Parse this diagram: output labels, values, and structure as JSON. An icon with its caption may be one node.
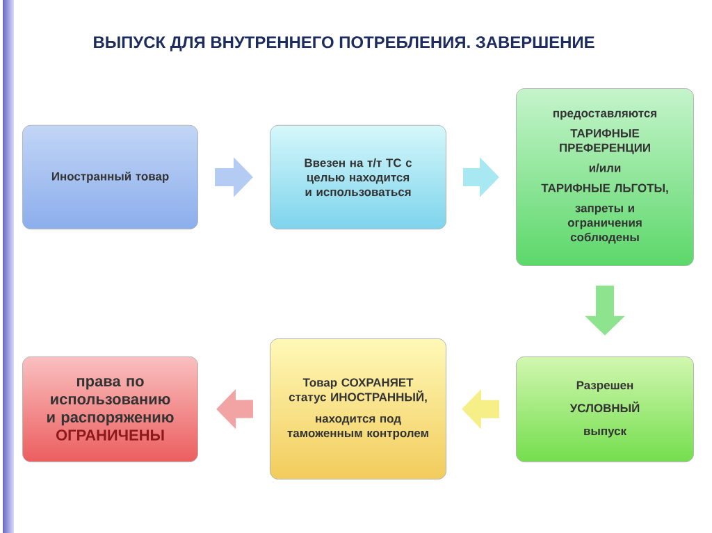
{
  "diagram": {
    "title": "ВЫПУСК ДЛЯ ВНУТРЕННЕГО ПОТРЕБЛЕНИЯ. ЗАВЕРШЕНИЕ",
    "nodes": [
      {
        "text": [
          "Иностранный товар"
        ]
      },
      {
        "text": [
          "Ввезен на т/т ТС с целью находится и использоваться"
        ]
      },
      {
        "text": [
          "предоставляются",
          "ТАРИФНЫЕ ПРЕФЕРЕНЦИИ",
          "и/или",
          "ТАРИФНЫЕ ЛЬГОТЫ,",
          "запреты и ограничения соблюдены"
        ]
      },
      {
        "text": [
          "Разрешен",
          "УСЛОВНЫЙ",
          "выпуск"
        ]
      },
      {
        "text": [
          "Товар СОХРАНЯЕТ статус ИНОСТРАННЫЙ,",
          "находится под таможенным контролем"
        ]
      },
      {
        "text": [
          "права по использованию и распоряжению",
          "ОГРАНИЧЕНЫ"
        ]
      }
    ],
    "edges": [
      {
        "from": 0,
        "to": 1,
        "arrow": "to",
        "color": "#b4ccf4"
      },
      {
        "from": 1,
        "to": 2,
        "arrow": "to",
        "color": "#a8e8f2"
      },
      {
        "from": 2,
        "to": 3,
        "arrow": "to",
        "color": "#8ee48e"
      },
      {
        "from": 3,
        "to": 4,
        "arrow": "to",
        "color": "#f6ee86"
      },
      {
        "from": 4,
        "to": 5,
        "arrow": "to",
        "color": "#f2a4a4"
      }
    ]
  }
}
